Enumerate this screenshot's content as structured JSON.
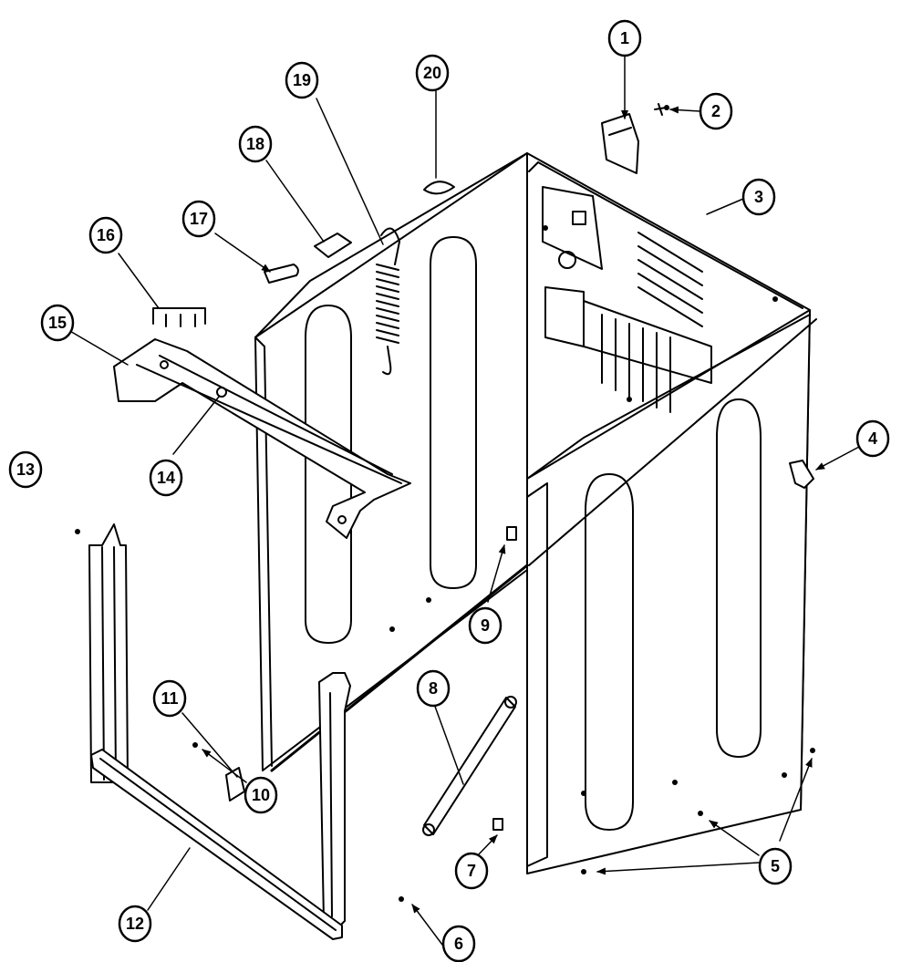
{
  "callouts": [
    {
      "id": "c1",
      "label": "1"
    },
    {
      "id": "c2",
      "label": "2"
    },
    {
      "id": "c3",
      "label": "3"
    },
    {
      "id": "c4",
      "label": "4"
    },
    {
      "id": "c5",
      "label": "5"
    },
    {
      "id": "c6",
      "label": "6"
    },
    {
      "id": "c7",
      "label": "7"
    },
    {
      "id": "c8",
      "label": "8"
    },
    {
      "id": "c9",
      "label": "9"
    },
    {
      "id": "c10",
      "label": "10"
    },
    {
      "id": "c11",
      "label": "11"
    },
    {
      "id": "c12",
      "label": "12"
    },
    {
      "id": "c13",
      "label": "13"
    },
    {
      "id": "c14",
      "label": "14"
    },
    {
      "id": "c15",
      "label": "15"
    },
    {
      "id": "c16",
      "label": "16"
    },
    {
      "id": "c17",
      "label": "17"
    },
    {
      "id": "c18",
      "label": "18"
    },
    {
      "id": "c19",
      "label": "19"
    },
    {
      "id": "c20",
      "label": "20"
    }
  ],
  "colors": {
    "line": "#000000",
    "paper": "#ffffff"
  }
}
